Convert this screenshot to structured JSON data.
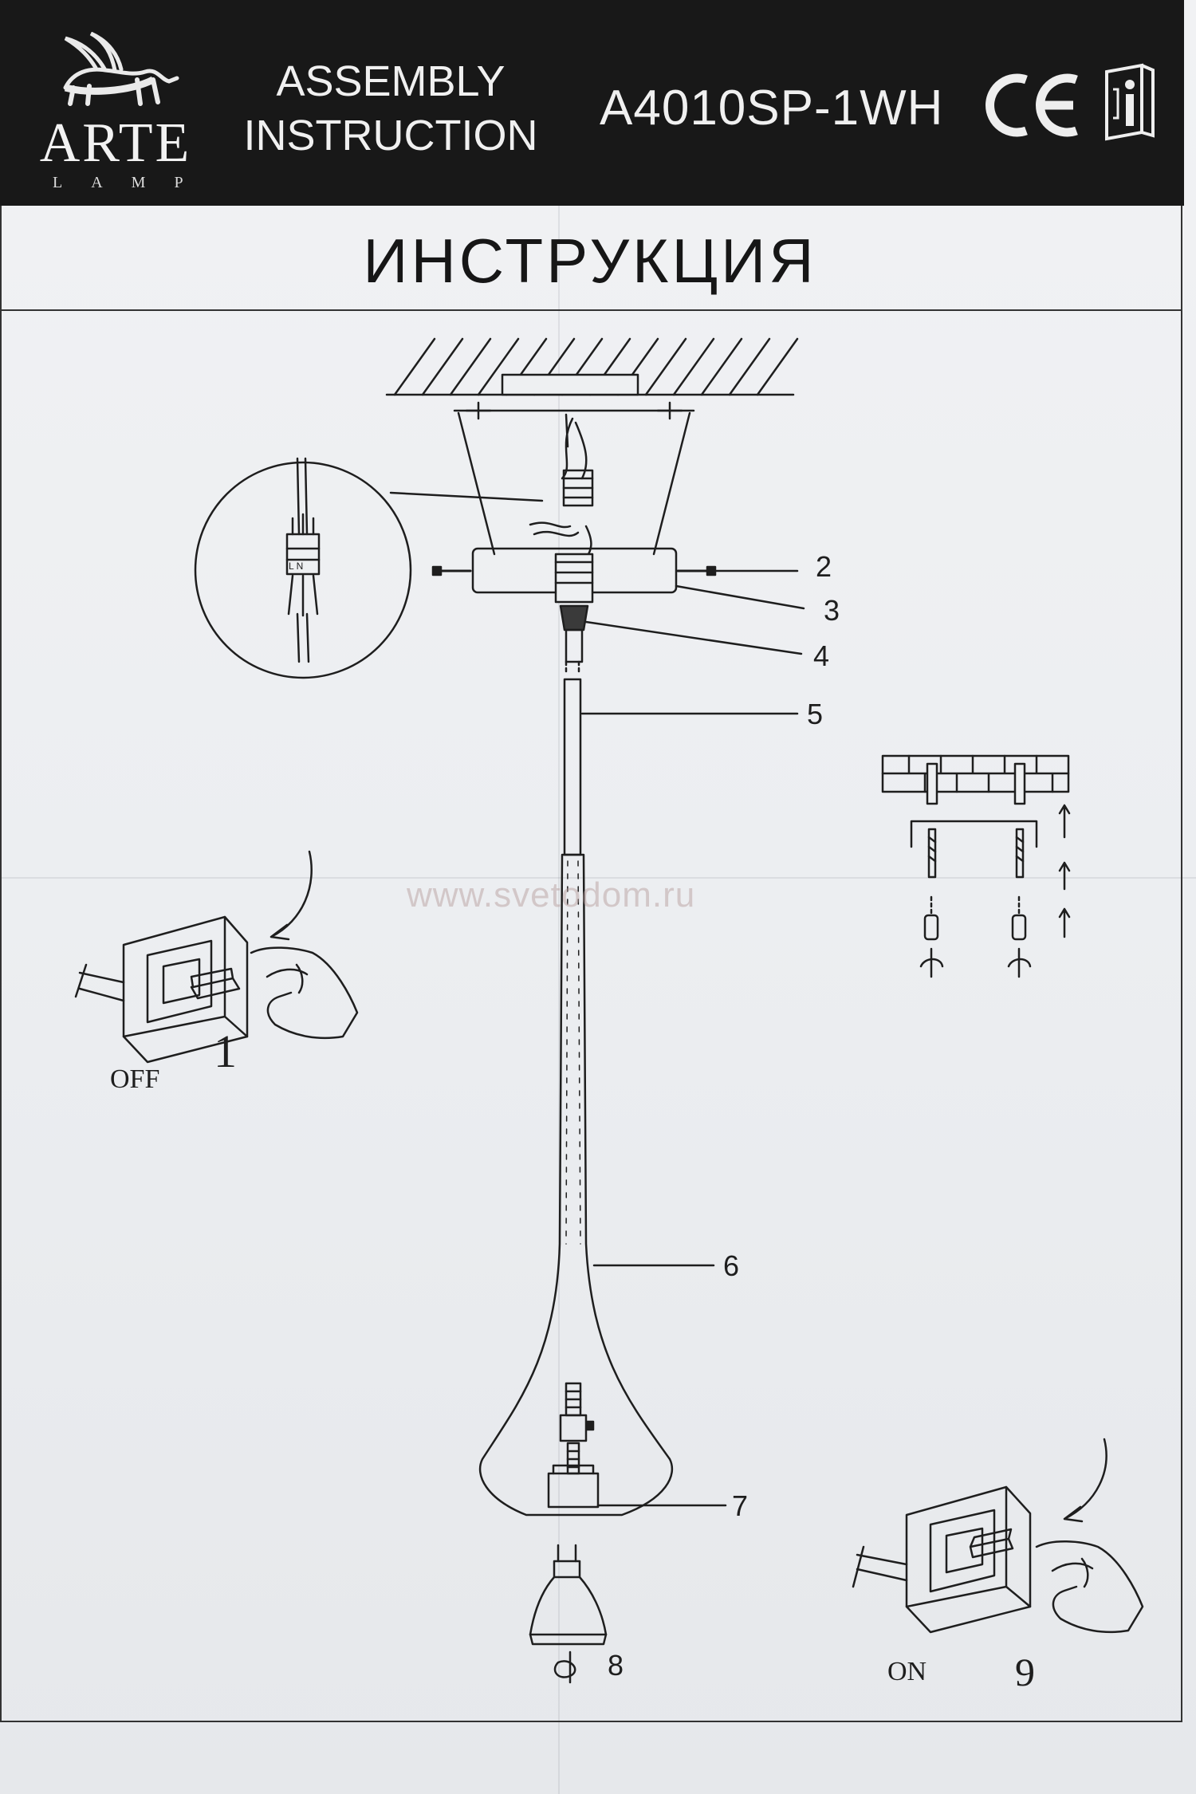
{
  "header": {
    "brand_name": "ARTE",
    "brand_sub": "LAMP",
    "title_line1": "ASSEMBLY",
    "title_line2": "INSTRUCTION",
    "model": "A4010SP-1WH",
    "cert_mark": "CE",
    "manual_icon": "manual-info-icon"
  },
  "title_ru": "ИНСТРУКЦИЯ",
  "callouts": [
    "2",
    "3",
    "4",
    "5",
    "6",
    "7",
    "8"
  ],
  "steps": {
    "off_label": "OFF",
    "off_step": "1",
    "on_label": "ON",
    "on_step": "9"
  },
  "connector_label": "L N",
  "watermark": "www.svetodom.ru",
  "colors": {
    "header_bg": "#181818",
    "header_text": "#f0f0f0",
    "line": "#1e1e1e"
  }
}
